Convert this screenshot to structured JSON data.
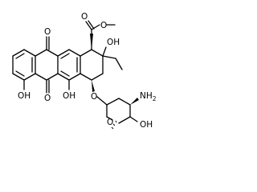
{
  "labels": {
    "ester_carbonyl_oxygen": "O",
    "ester_oxygen": "O",
    "quinone_oxygen_top": "O",
    "quinone_oxygen_bottom": "O",
    "tertiary_hydroxyl": "OH",
    "phenol_left": "OH",
    "phenol_right": "OH",
    "glycoside_oxygen": "O",
    "sugar_ring_oxygen": "O",
    "amino_group": "NH",
    "amino_subscript": "2",
    "sugar_hydroxyl": "OH"
  }
}
